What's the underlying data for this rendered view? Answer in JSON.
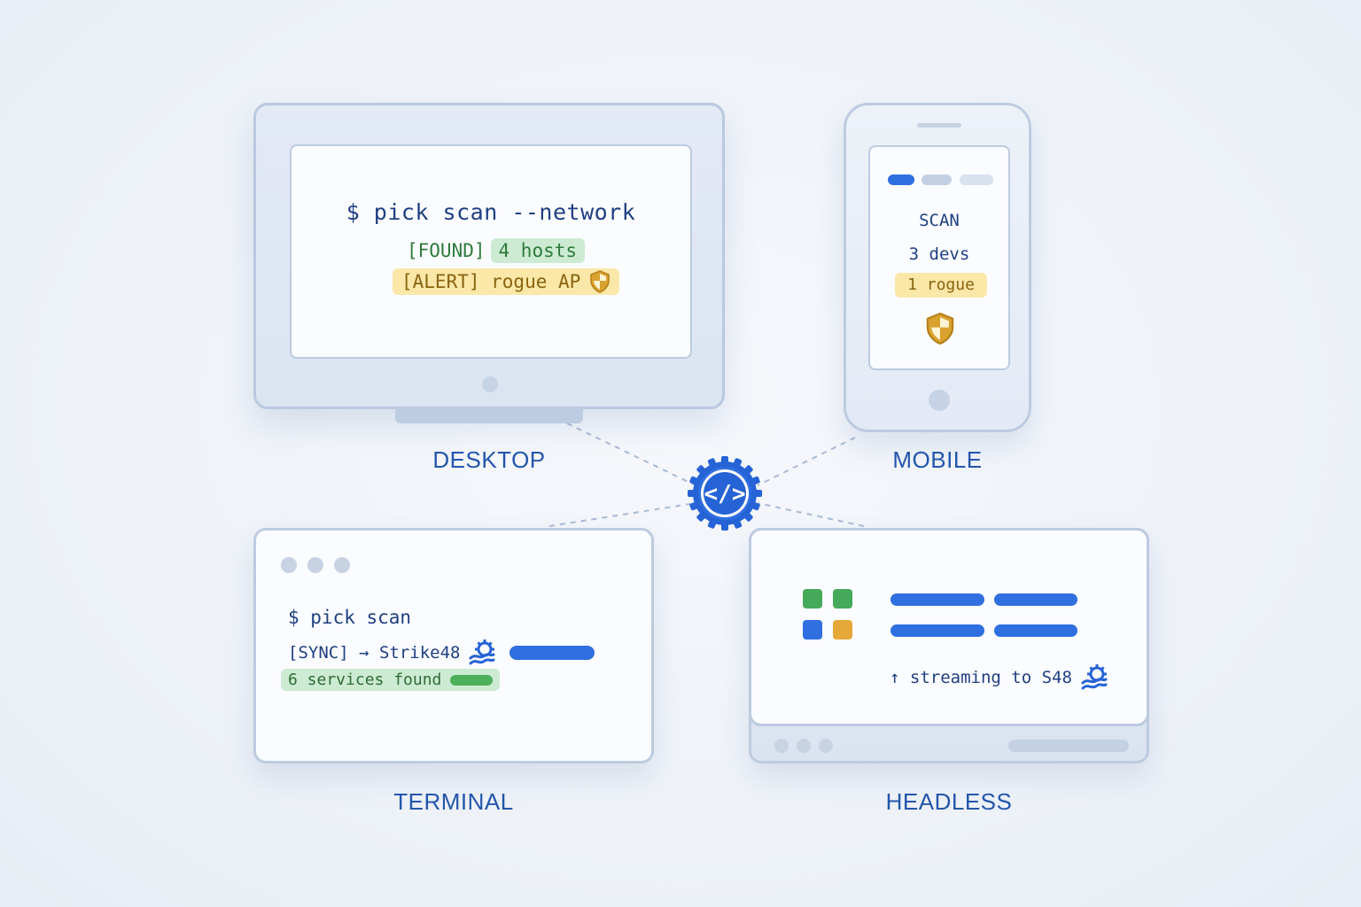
{
  "desktop": {
    "label": "DESKTOP",
    "command": "$ pick scan --network",
    "found_tag": "[FOUND]",
    "found_text": "4 hosts",
    "alert_text": "[ALERT] rogue AP"
  },
  "mobile": {
    "label": "MOBILE",
    "title": "SCAN",
    "devs": "3 devs",
    "rogue": "1 rogue"
  },
  "terminal": {
    "label": "TERMINAL",
    "command": "$ pick scan",
    "sync_text": "[SYNC] → Strike48",
    "found_text": "6 services found"
  },
  "headless": {
    "label": "HEADLESS",
    "stream_text": "↑ streaming to S48"
  },
  "hub": {
    "icon": "code-gear-icon"
  },
  "colors": {
    "brand_blue": "#2356ad",
    "accent_blue": "#2f6fe0",
    "green": "#4caf5a",
    "amber": "#e7a83a"
  }
}
